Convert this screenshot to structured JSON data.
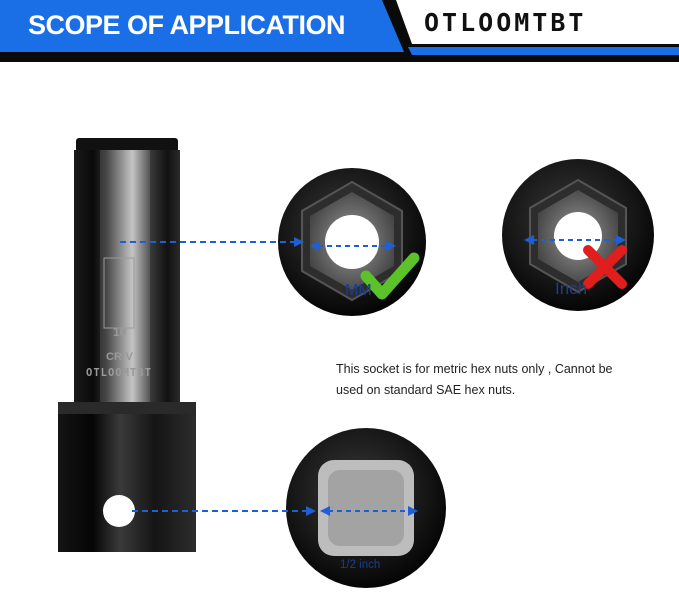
{
  "header": {
    "title": "SCOPE OF APPLICATION",
    "brand": "OTLOOMTBT",
    "bg_color": "#0a0a0a",
    "accent_color": "#1a6fe6"
  },
  "socket": {
    "size_mark": "10",
    "material_mark": "CR-V",
    "brand_mark": "OTLOOMTBT"
  },
  "callouts": {
    "mm_label": "MM",
    "inch_label": "Inch",
    "half_inch_label": "1/2 inch",
    "mm_icon": "check-mark-icon",
    "inch_icon": "cross-mark-icon"
  },
  "note": {
    "text": "This socket is for metric hex nuts only , Cannot be used on standard SAE hex nuts."
  },
  "colors": {
    "arrow": "#1f5fd6",
    "check": "#5cc22a",
    "cross": "#e01e1e"
  }
}
